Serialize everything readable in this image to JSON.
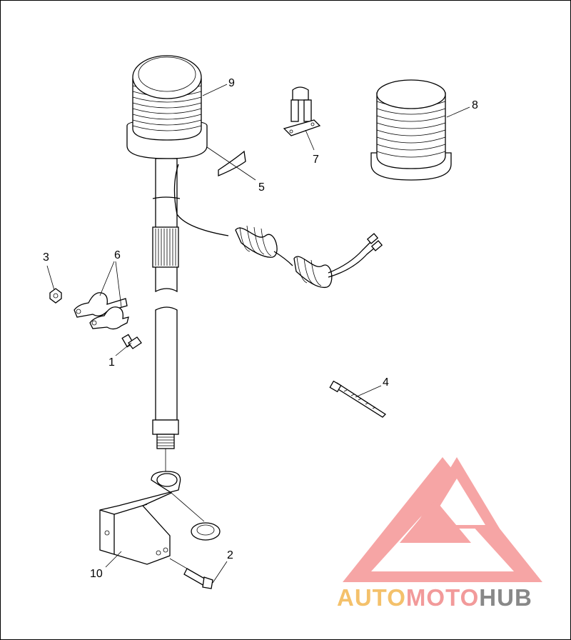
{
  "callouts": {
    "p1": "1",
    "p2": "2",
    "p3": "3",
    "p4": "4",
    "p5": "5",
    "p6": "6",
    "p7": "7",
    "p8": "8",
    "p9": "9",
    "p10": "10"
  },
  "watermark": {
    "brand_part1": "AUTO",
    "brand_part2": "MOTO",
    "brand_part3": "HUB",
    "colors": {
      "auto": "#f4c16b",
      "moto": "#f29a9a",
      "hub": "#888888",
      "logo": "#f29a9a"
    }
  }
}
